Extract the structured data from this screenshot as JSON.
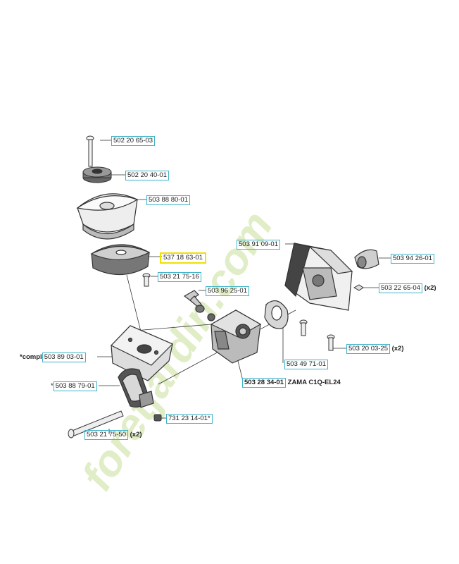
{
  "watermark": "foretjardin.com",
  "parts": [
    {
      "id": "p1",
      "prefix": "",
      "number": "502 20 65-03",
      "suffix": "",
      "highlight": false,
      "bold": false
    },
    {
      "id": "p2",
      "prefix": "",
      "number": "502 20 40-01",
      "suffix": "",
      "highlight": false,
      "bold": false
    },
    {
      "id": "p3",
      "prefix": "",
      "number": "503 88 80-01",
      "suffix": "",
      "highlight": false,
      "bold": false
    },
    {
      "id": "p4",
      "prefix": "",
      "number": "537 18 63-01",
      "suffix": "",
      "highlight": true,
      "bold": false
    },
    {
      "id": "p5",
      "prefix": "",
      "number": "503 21 75-16",
      "suffix": "",
      "highlight": false,
      "bold": false
    },
    {
      "id": "p6",
      "prefix": "",
      "number": "503 96 25-01",
      "suffix": "",
      "highlight": false,
      "bold": false
    },
    {
      "id": "p7",
      "prefix": "",
      "number": "503 91 09-01",
      "suffix": "",
      "highlight": false,
      "bold": false
    },
    {
      "id": "p8",
      "prefix": "",
      "number": "503 94 26-01",
      "suffix": "",
      "highlight": false,
      "bold": false
    },
    {
      "id": "p9",
      "prefix": "",
      "number": "503 22 65-04",
      "suffix": "(x2)",
      "highlight": false,
      "bold": false
    },
    {
      "id": "p10",
      "prefix": "*compl",
      "number": "503 89 03-01",
      "suffix": "",
      "highlight": false,
      "bold": false
    },
    {
      "id": "p11",
      "prefix": "",
      "number": "503 20 03-25",
      "suffix": "(x2)",
      "highlight": false,
      "bold": false
    },
    {
      "id": "p12",
      "prefix": "",
      "number": "503 49 71-01",
      "suffix": "",
      "highlight": false,
      "bold": false
    },
    {
      "id": "p13",
      "prefix": "*",
      "number": "503 88 79-01",
      "suffix": "",
      "highlight": false,
      "bold": false
    },
    {
      "id": "p14",
      "prefix": "",
      "number": "503 28 34-01",
      "suffix": "ZAMA C1Q-EL24",
      "highlight": false,
      "bold": true
    },
    {
      "id": "p15",
      "prefix": "",
      "number": "731 23 14-01*",
      "suffix": "",
      "highlight": false,
      "bold": false
    },
    {
      "id": "p16",
      "prefix": "",
      "number": "503 21 75-50",
      "suffix": "(x2)",
      "highlight": false,
      "bold": false
    }
  ]
}
